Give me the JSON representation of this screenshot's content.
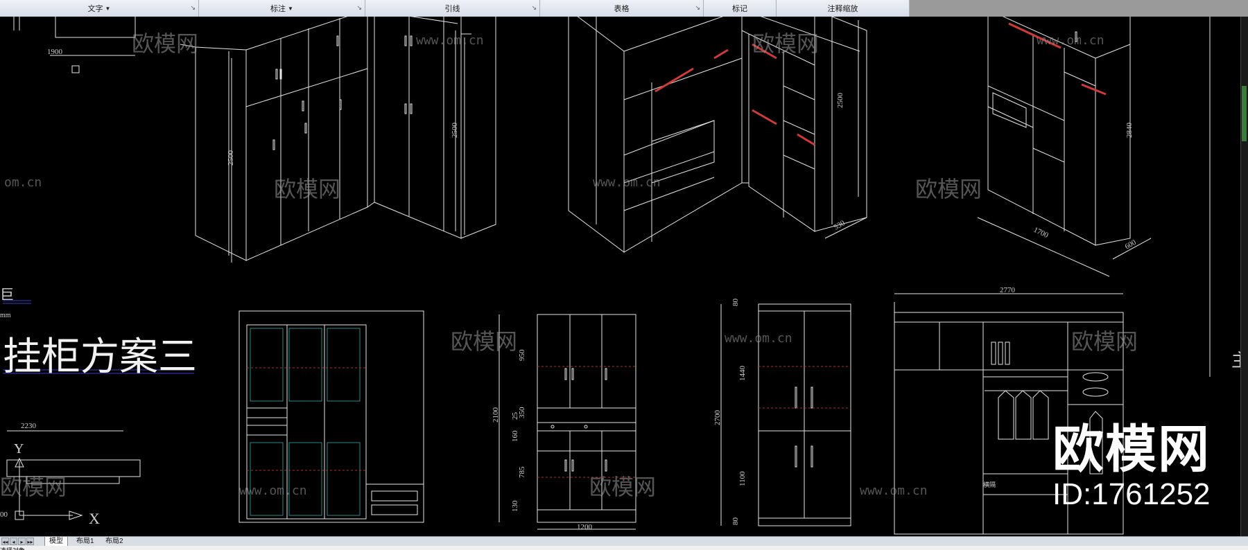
{
  "ribbon": {
    "panels": [
      {
        "label": "文字",
        "has_dropdown": true
      },
      {
        "label": "标注",
        "has_dropdown": true
      },
      {
        "label": "引线",
        "has_dropdown": false
      },
      {
        "label": "表格",
        "has_dropdown": false
      },
      {
        "label": "标记",
        "has_dropdown": false
      },
      {
        "label": "注释缩放",
        "has_dropdown": false
      }
    ],
    "launcher_icon": "panel-launcher-arrow"
  },
  "drawing": {
    "plan_title": "挂柜方案三",
    "watermark_text": "欧模网",
    "watermark_url": "www.om.cn",
    "watermark_brand": "欧模网",
    "watermark_id": "ID:1761252",
    "right_edge_char": "主",
    "left_edge_char": "巨",
    "left_small_text": "mm",
    "left_cut_text": "om.cn",
    "dimensions": {
      "d1900": "1900",
      "d2500_a": "2500",
      "d2500_b": "2500",
      "d2500_c": "2500",
      "d2840": "2840",
      "d530": "530",
      "d1700": "1700",
      "d600": "600",
      "d2230": "2230",
      "d2770": "2770",
      "d2100": "2100",
      "d950": "950",
      "d25": "25",
      "d350": "350",
      "d160": "160",
      "d785": "785",
      "d130": "130",
      "d1200": "1200",
      "d80_top": "80",
      "d1440": "1440",
      "d2700": "2700",
      "d1100": "1100",
      "d80_bot": "80",
      "d100": "00"
    },
    "ucs_y": "Y",
    "ucs_x": "X",
    "drawer_label": "横隔"
  },
  "tabs": {
    "nav_buttons": [
      "◂◂",
      "◂",
      "▸",
      "▸▸"
    ],
    "items": [
      {
        "label": "模型",
        "active": true
      },
      {
        "label": "布局1",
        "active": false
      },
      {
        "label": "布局2",
        "active": false
      }
    ]
  },
  "command_line": {
    "text": "选择对象"
  },
  "colors": {
    "line": "#e6e6e6",
    "accent_red": "#d23a3a",
    "blue": "#3a3ad0",
    "watermark": "#8a8a8a",
    "ribbon_bg": "#e3e8ef"
  }
}
